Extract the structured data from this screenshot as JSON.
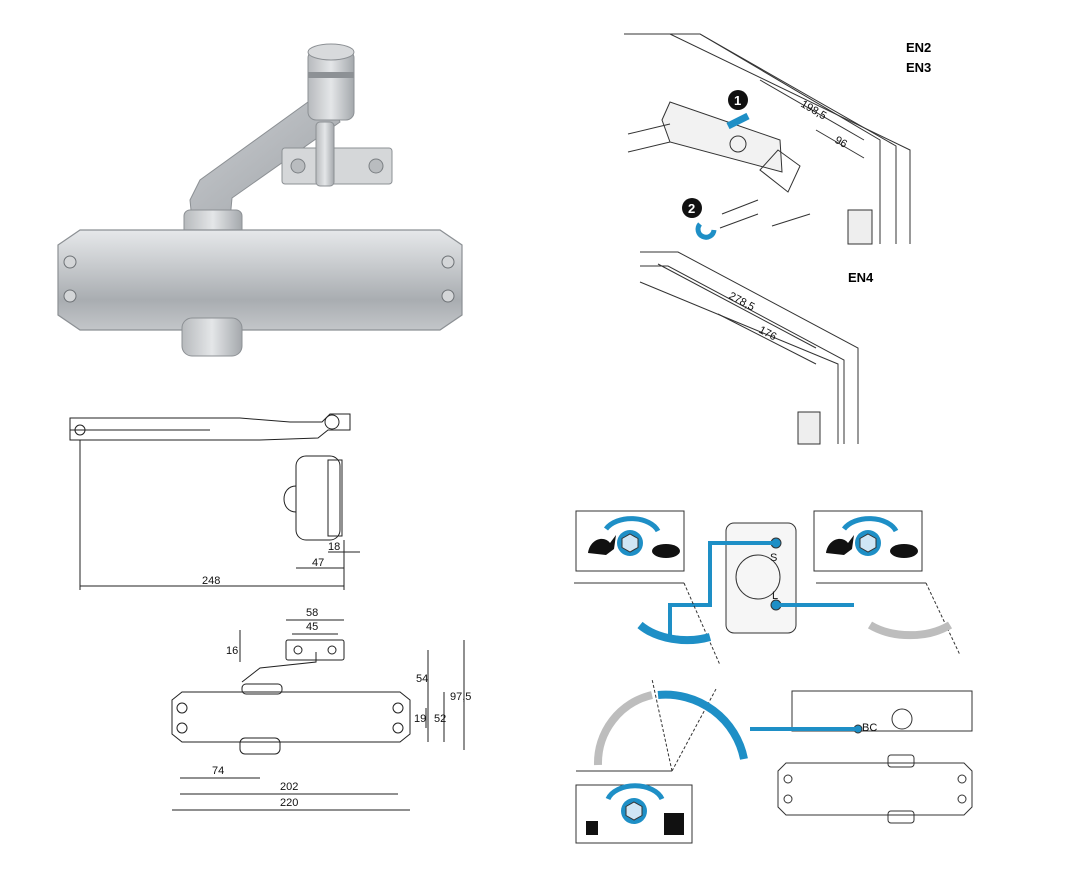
{
  "photo": {
    "subject": "door-closer-product-photo"
  },
  "side_view": {
    "dimensions": {
      "d18": "18",
      "d47": "47",
      "d248": "248"
    }
  },
  "front_view": {
    "dimensions": {
      "d58": "58",
      "d45": "45",
      "d16": "16",
      "d54": "54",
      "d19": "19",
      "d52": "52",
      "d97": "97,5",
      "d74": "74",
      "d202": "202",
      "d220": "220"
    }
  },
  "mount_en23": {
    "labels": {
      "en2": "EN2",
      "en3": "EN3"
    },
    "steps": {
      "one": "1",
      "two": "2"
    },
    "dimensions": {
      "d198": "198,5",
      "d96": "96"
    }
  },
  "mount_en4": {
    "labels": {
      "en4": "EN4"
    },
    "dimensions": {
      "d278": "278,5",
      "d176": "176"
    }
  },
  "speed_adjust": {
    "valve_labels": {
      "s": "S",
      "l": "L"
    },
    "icons": [
      "rabbit-icon",
      "hex-key-icon",
      "turtle-icon"
    ],
    "accent_color": "#1e8fc6"
  },
  "force_adjust": {
    "valve_label": "BC",
    "icons": [
      "light-weight-icon",
      "hex-key-icon",
      "heavy-weight-icon"
    ]
  }
}
